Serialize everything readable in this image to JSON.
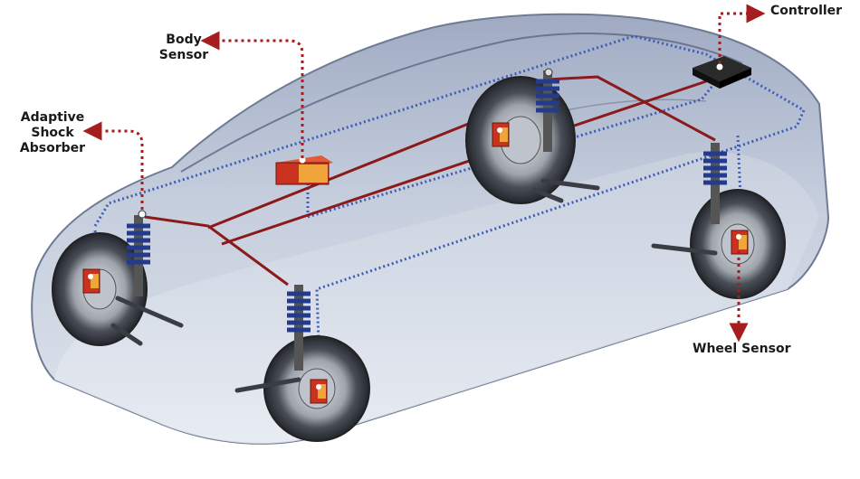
{
  "labels": {
    "controller": "Controller",
    "body_sensor": "Body\nSensor",
    "adaptive_shock_absorber": "Adaptive\nShock\nAbsorber",
    "wheel_sensor": "Wheel Sensor"
  },
  "colors": {
    "car_body": "#b9c3d6",
    "car_outline": "#6f7b95",
    "wiring_red": "#8b1a1a",
    "wiring_blue_dotted": "#3f5db5",
    "callout_arrow": "#a51d1d",
    "sensor_box": "#c8321e",
    "sensor_face": "#f0a53a",
    "spring_coil": "#243a8c",
    "controller_box": "#111111",
    "tire": "#3a3d44",
    "hub": "#cfd3da"
  }
}
